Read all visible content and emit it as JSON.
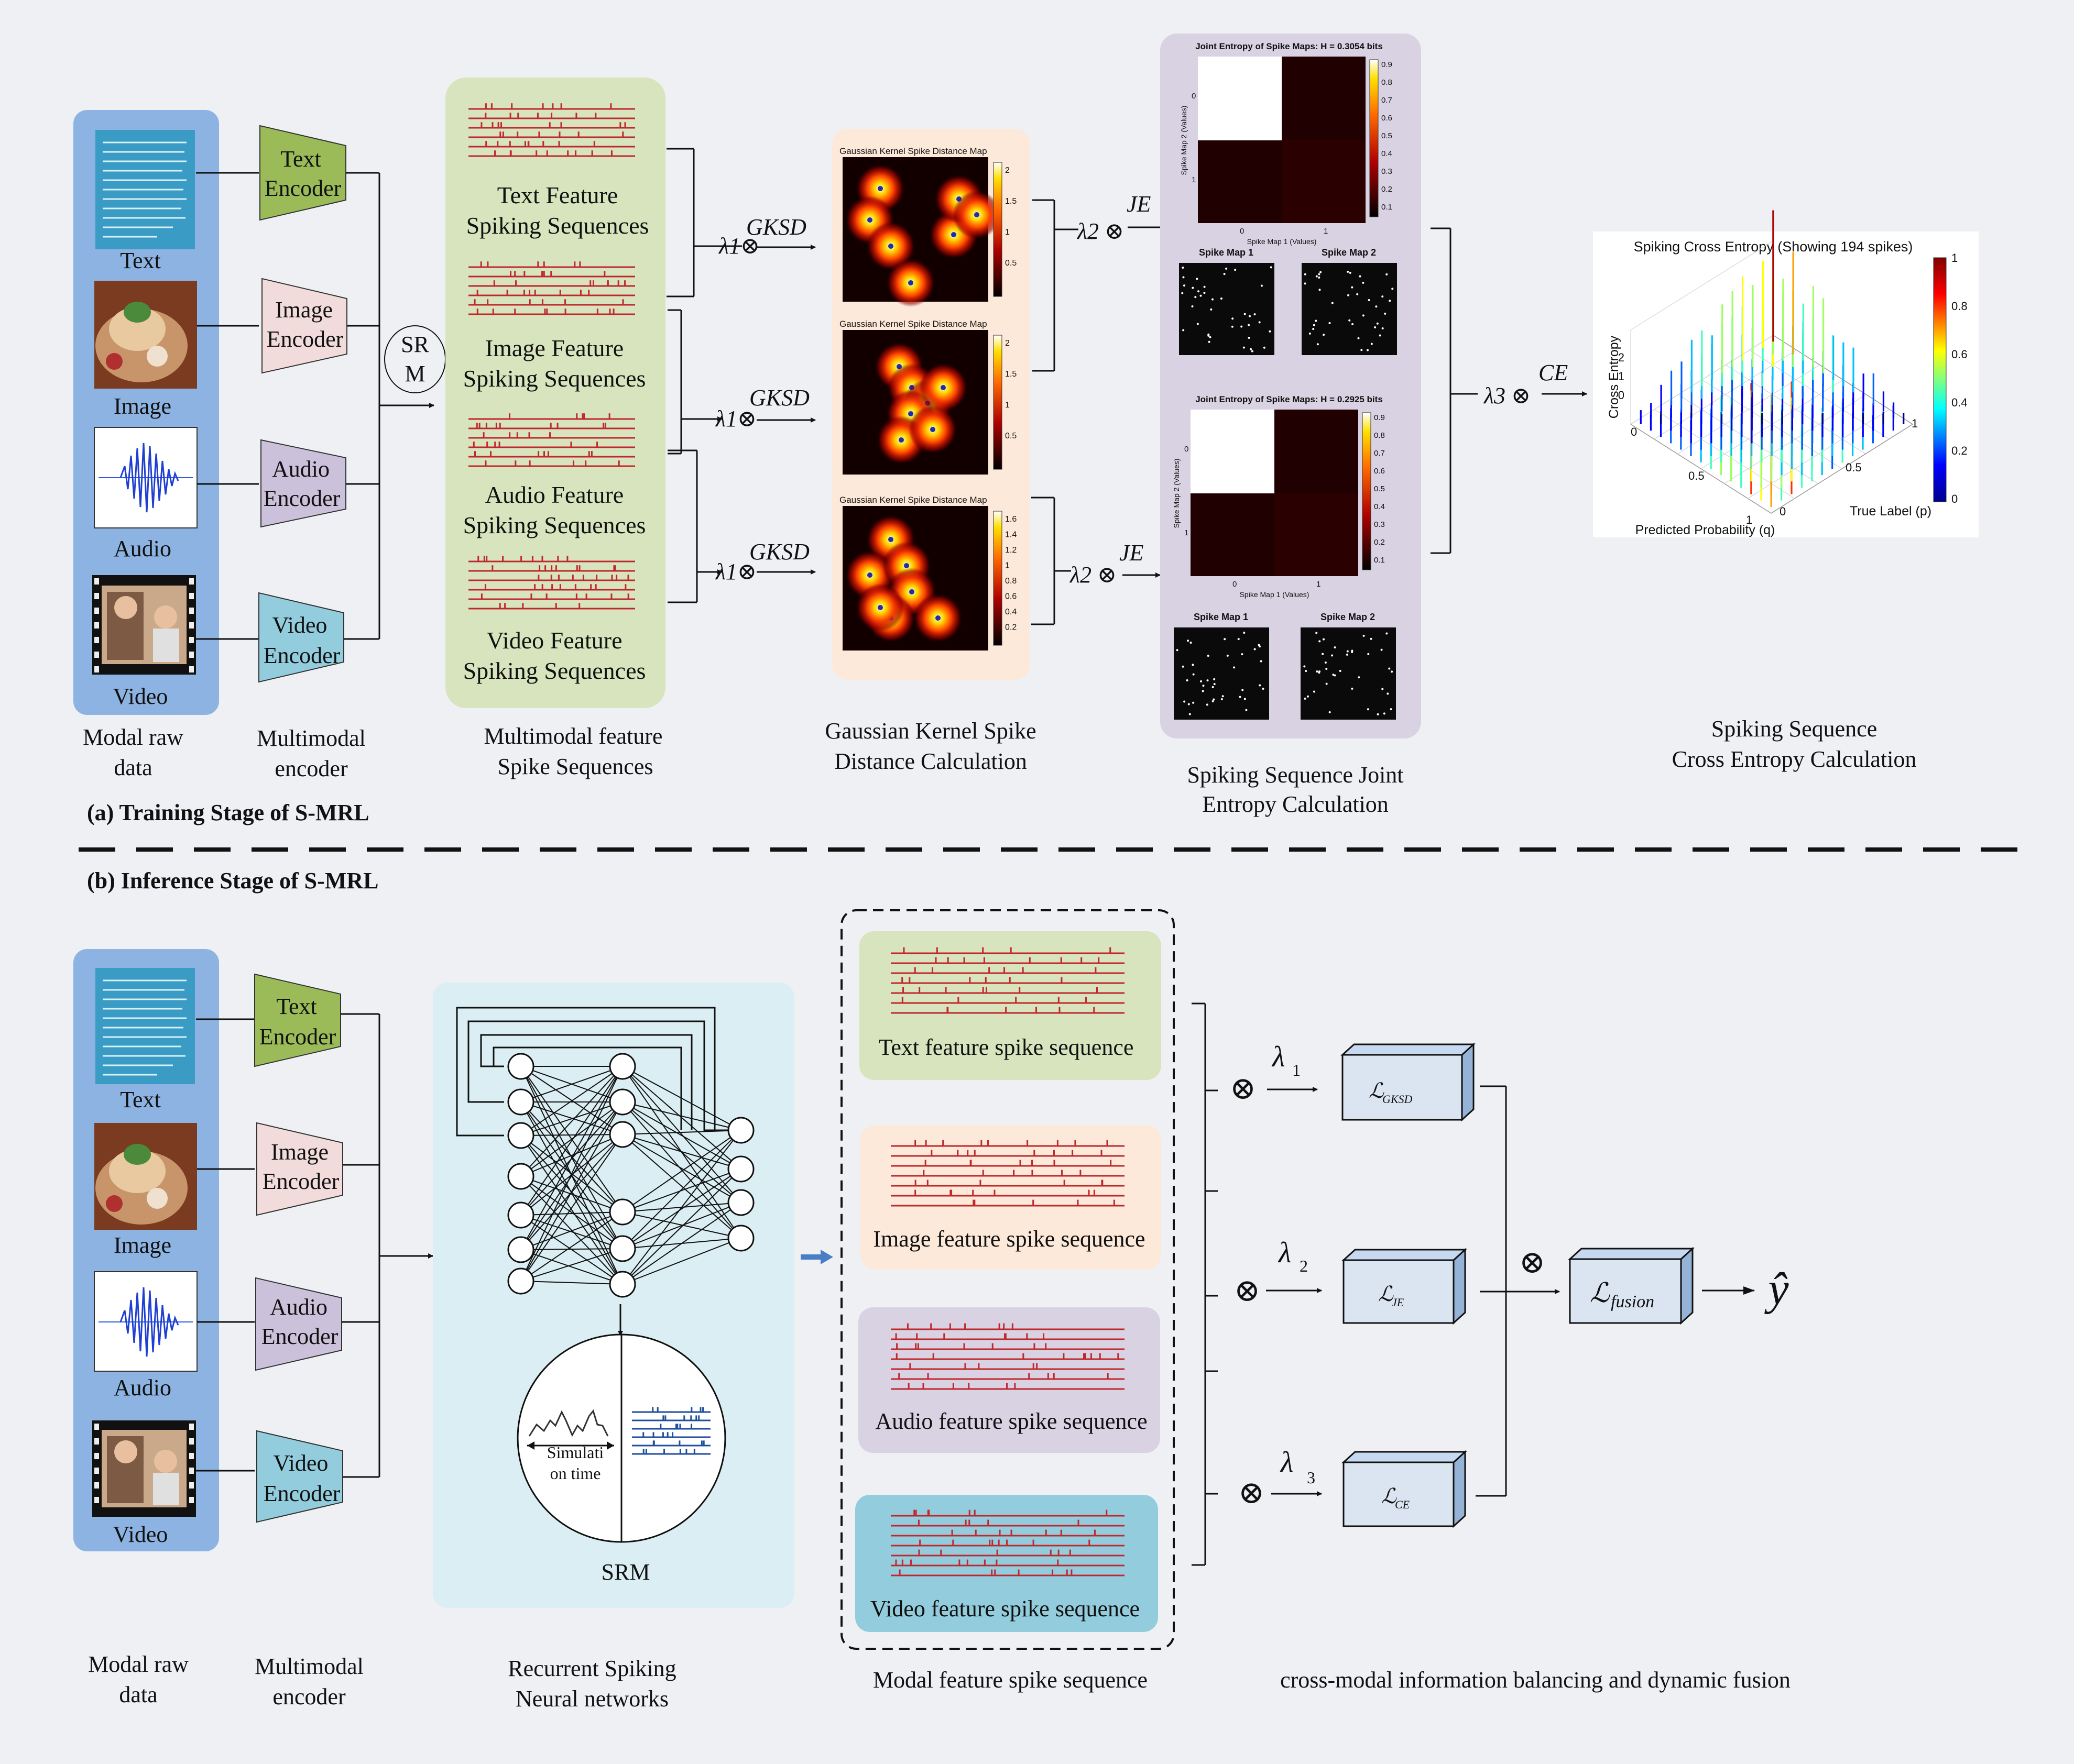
{
  "training": {
    "stage_title": "(a) Training Stage of S-MRL",
    "modalities": [
      "Text",
      "Image",
      "Audio",
      "Video"
    ],
    "encoders": [
      [
        "Text",
        "Encoder"
      ],
      [
        "Image",
        "Encoder"
      ],
      [
        "Audio",
        "Encoder"
      ],
      [
        "Video",
        "Encoder"
      ]
    ],
    "srm": [
      "SR",
      "M"
    ],
    "spike_sequences": [
      [
        "Text Feature",
        "Spiking Sequences"
      ],
      [
        "Image Feature",
        "Spiking Sequences"
      ],
      [
        "Audio Feature",
        "Spiking Sequences"
      ],
      [
        "Video Feature",
        "Spiking Sequences"
      ]
    ],
    "gksd_label": "GKSD",
    "je_label": "JE",
    "ce_label": "CE",
    "lambda1": "λ1⊗",
    "lambda2": "λ2 ⊗",
    "lambda3": "λ3 ⊗",
    "gk_map_title": "Gaussian Kernel Spike Distance Map",
    "gk_colorbars": [
      [
        "2",
        "1.5",
        "1",
        "0.5"
      ],
      [
        "2",
        "1.5",
        "1",
        "0.5"
      ],
      [
        "1.6",
        "1.4",
        "1.2",
        "1",
        "0.8",
        "0.6",
        "0.4",
        "0.2"
      ]
    ],
    "je_titles": [
      "Joint Entropy of Spike Maps: H = 0.3054 bits",
      "Joint Entropy of Spike Maps: H = 0.2925 bits"
    ],
    "je_ylabel": "Spike Map 2 (Values)",
    "je_xlabel": "Spike Map 1 (Values)",
    "je_ticks": [
      "0",
      "1"
    ],
    "je_colorbar": [
      "0.9",
      "0.8",
      "0.7",
      "0.6",
      "0.5",
      "0.4",
      "0.3",
      "0.2",
      "0.1"
    ],
    "spike_map_labels": [
      "Spike Map 1",
      "Spike Map 2"
    ],
    "ce_plot": {
      "title": "Spiking Cross Entropy (Showing 194 spikes)",
      "zlabel": "Cross Entropy",
      "xlabel": "Predicted Probability (q)",
      "ylabel": "True Label (p)",
      "z_ticks": [
        "2",
        "1",
        "0"
      ],
      "q_ticks": [
        "0",
        "0.5",
        "1"
      ],
      "p_ticks": [
        "0",
        "0.5",
        "1"
      ],
      "colorbar": [
        "1",
        "0.8",
        "0.6",
        "0.4",
        "0.2",
        "0"
      ]
    },
    "bottom_labels": {
      "raw": [
        "Modal raw",
        "data"
      ],
      "encoder": [
        "Multimodal",
        "encoder"
      ],
      "spikes": [
        "Multimodal feature",
        "Spike Sequences"
      ],
      "gksd": [
        "Gaussian Kernel Spike",
        "Distance Calculation"
      ],
      "je": [
        "Spiking Sequence Joint",
        "Entropy Calculation"
      ],
      "ce": [
        "Spiking Sequence",
        "Cross Entropy Calculation"
      ]
    }
  },
  "inference": {
    "stage_title": "(b) Inference Stage of S-MRL",
    "modalities": [
      "Text",
      "Image",
      "Audio",
      "Video"
    ],
    "encoders": [
      [
        "Text",
        "Encoder"
      ],
      [
        "Image",
        "Encoder"
      ],
      [
        "Audio",
        "Encoder"
      ],
      [
        "Video",
        "Encoder"
      ]
    ],
    "sim_label": [
      "Simulati",
      "on time"
    ],
    "srm_label": "SRM",
    "feature_boxes": [
      "Text feature spike sequence",
      "Image feature spike sequence",
      "Audio feature spike sequence",
      "Video feature spike sequence"
    ],
    "losses": {
      "gksd": {
        "main": "ℒ",
        "sub": "GKSD"
      },
      "je": {
        "main": "ℒ",
        "sub": "JE"
      },
      "ce": {
        "main": "ℒ",
        "sub": "CE"
      },
      "fusion": {
        "main": "ℒ",
        "sub": "fusion"
      }
    },
    "lambdas": [
      {
        "main": "λ",
        "sub": "1"
      },
      {
        "main": "λ",
        "sub": "2"
      },
      {
        "main": "λ",
        "sub": "3"
      }
    ],
    "otimes": "⊗",
    "output": "ŷ",
    "bottom_labels": {
      "raw": [
        "Modal raw",
        "data"
      ],
      "encoder": [
        "Multimodal",
        "encoder"
      ],
      "rsnn": [
        "Recurrent Spiking",
        "Neural networks"
      ],
      "modal": "Modal feature spike sequence",
      "fusion": "cross-modal information balancing and dynamic fusion"
    }
  },
  "colors": {
    "background": "#eef0f4",
    "modal_panel": "#8db3e2",
    "text_encoder": "#9bbb59",
    "image_encoder": "#f2dcdb",
    "audio_encoder": "#ccc1da",
    "video_encoder": "#93cddd",
    "spike_panel": "#d7e4bd",
    "gk_panel": "#fde9d9",
    "je_panel": "#d9d2e3",
    "srm_panel": "#daeef3",
    "spike_red": "#c0282d",
    "spike_blue": "#1f4e9b",
    "cube_face": "#dbe5f1",
    "cube_side": "#95b3d7"
  }
}
